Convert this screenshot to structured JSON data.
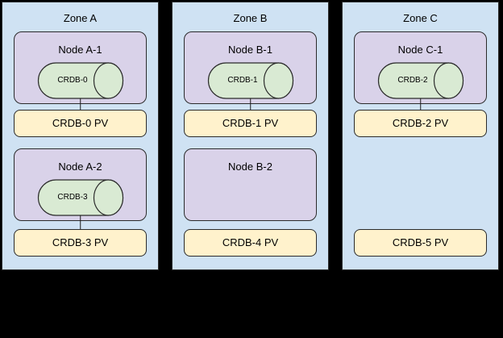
{
  "diagram": {
    "colors": {
      "background": "#000000",
      "zone_fill": "#cfe2f3",
      "node_fill": "#d9d2e9",
      "database_fill": "#d9ead3",
      "pv_fill": "#fff2cc",
      "border": "#2b2b2b"
    },
    "zones": [
      {
        "title": "Zone A",
        "rows": [
          {
            "node_title": "Node A-1",
            "db_label": "CRDB-0",
            "pv_label": "CRDB-0 PV"
          },
          {
            "node_title": "Node A-2",
            "db_label": "CRDB-3",
            "pv_label": "CRDB-3 PV"
          }
        ]
      },
      {
        "title": "Zone B",
        "rows": [
          {
            "node_title": "Node B-1",
            "db_label": "CRDB-1",
            "pv_label": "CRDB-1 PV"
          },
          {
            "node_title": "Node B-2",
            "pv_label": "CRDB-4 PV"
          }
        ]
      },
      {
        "title": "Zone C",
        "rows": [
          {
            "node_title": "Node C-1",
            "db_label": "CRDB-2",
            "pv_label": "CRDB-2 PV"
          },
          {
            "pv_label": "CRDB-5 PV"
          }
        ]
      }
    ]
  }
}
